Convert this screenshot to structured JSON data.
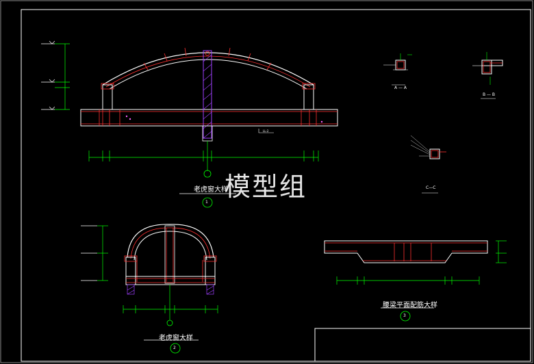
{
  "watermark": "模型组",
  "detail1": {
    "title": "老虎窗大样",
    "number": "1",
    "beam_tag": "LL-2"
  },
  "detail2": {
    "title": "老虎窗大样",
    "number": "2"
  },
  "detail3": {
    "title": "腰梁平面配筋大样",
    "number": "3"
  },
  "sections": {
    "a": "A — A",
    "b": "B — B",
    "c": "C—C"
  },
  "colors": {
    "outline": "#ffffff",
    "beam": "#ff3030",
    "rebar": "#ff60ff",
    "dimension": "#00ff00",
    "hatch": "#a040ff"
  }
}
